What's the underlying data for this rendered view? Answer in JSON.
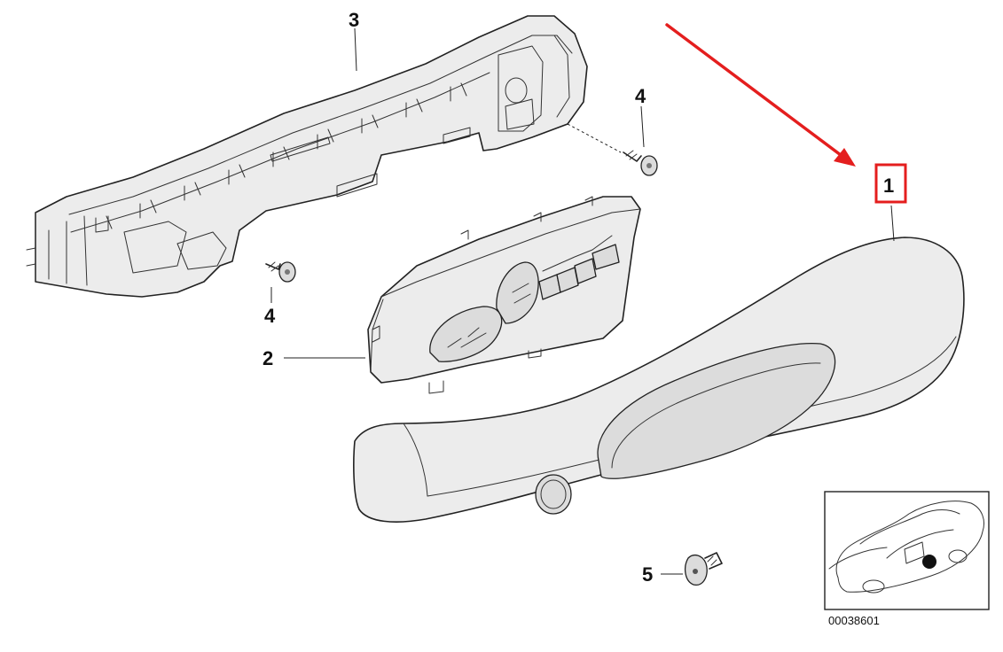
{
  "callouts": {
    "part_1": "1",
    "part_2": "2",
    "part_3": "3",
    "part_4_top": "4",
    "part_4_bottom": "4",
    "part_5": "5"
  },
  "inset": {
    "part_number": "00038601"
  },
  "highlight": {
    "arrow_color": "#e41e1e",
    "box_color": "#e41e1e"
  }
}
